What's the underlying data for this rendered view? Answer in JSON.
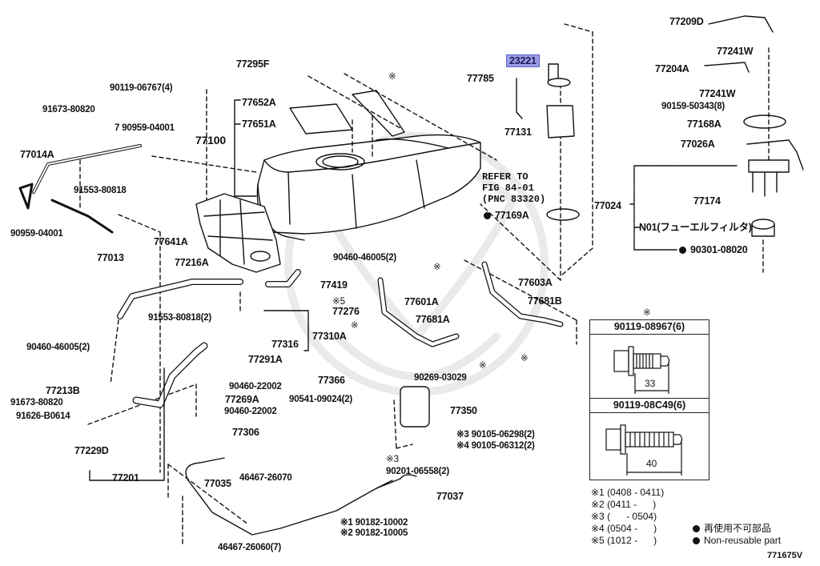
{
  "diagram": {
    "title_code": "771675V",
    "highlighted_part": "23221",
    "labels": {
      "p77209D": "77209D",
      "p77241W_1": "77241W",
      "p77204A": "77204A",
      "p77241W_2": "77241W",
      "p90159": "90159-50343(8)",
      "p77168A": "77168A",
      "p77026A": "77026A",
      "p77024": "77024",
      "p77174": "77174",
      "pN01": "N01(フューエルフィルタ)",
      "p90301": "90301-08020",
      "p23221": "23221",
      "p77785": "77785",
      "p77131": "77131",
      "p77169A": "77169A",
      "p77295F": "77295F",
      "p90119_06767": "90119-06767(4)",
      "p77652A": "77652A",
      "p77651A": "77651A",
      "p77100": "77100",
      "p91673_a": "91673-80820",
      "p90959_a": "7 90959-04001",
      "p77014A": "77014A",
      "p91553_a": "91553-80818",
      "p90959_b": "90959-04001",
      "p77013": "77013",
      "p77641A": "77641A",
      "p77216A": "77216A",
      "p90460_46005_a": "90460-46005(2)",
      "p77419": "77419",
      "p77276_note": "※5",
      "p77276": "77276",
      "p91553_b": "91553-80818(2)",
      "p77310A": "77310A",
      "p77316": "77316",
      "p90460_46005_b": "90460-46005(2)",
      "p77291A": "77291A",
      "p77213B": "77213B",
      "p91673_b": "91673-80820",
      "p91626": "91626-B0614",
      "p77229D": "77229D",
      "p90460_22002_a": "90460-22002",
      "p77269A": "77269A",
      "p90460_22002_b": "90460-22002",
      "p77201": "77201",
      "p77306": "77306",
      "p77035": "77035",
      "p46467_26070": "46467-26070",
      "p46467_26060": "46467-26060(7)",
      "p90182_1": "※1 90182-10002",
      "p90182_2": "※2 90182-10005",
      "p77037": "77037",
      "p77366": "77366",
      "p90269": "90269-03029",
      "p90541": "90541-09024(2)",
      "p77350": "77350",
      "p90105_1": "※3 90105-06298(2)",
      "p90105_2": "※4 90105-06312(2)",
      "p90201_note": "※3",
      "p90201": "90201-06558(2)",
      "p77601A": "77601A",
      "p77681A": "77681A",
      "p77603A": "77603A",
      "p77681B": "77681B",
      "star_1": "※",
      "star_2": "※",
      "star_3": "※",
      "star_4": "※",
      "star_5": "※"
    },
    "refer_note": "REFER TO\nFIG 84-01\n(PNC 83320)",
    "bolt_table": {
      "marker": "※",
      "items": [
        {
          "part": "90119-08967(6)",
          "length": "33"
        },
        {
          "part": "90119-08C49(6)",
          "length": "40"
        }
      ]
    },
    "date_codes": [
      "※1 (0408 - 0411)",
      "※2 (0411 -      )",
      "※3 (      - 0504)",
      "※4 (0504 -      )",
      "※5 (1012 -      )"
    ],
    "legend": {
      "non_reusable_jp": "再使用不可部品",
      "non_reusable_en": "Non-reusable part"
    },
    "colors": {
      "highlight_fill": "#9c9ee6",
      "highlight_border": "#5b5fc7",
      "line": "#111111"
    }
  }
}
